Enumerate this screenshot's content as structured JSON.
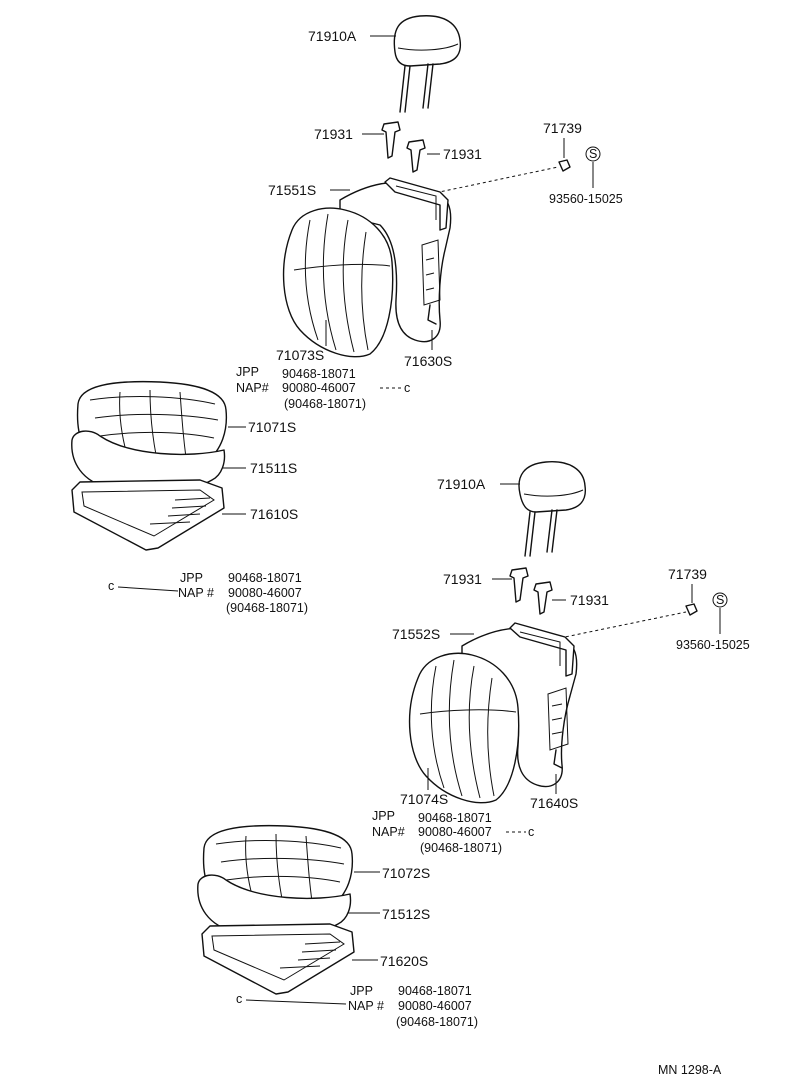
{
  "upper": {
    "headrest": "71910A",
    "guide_left": "71931",
    "guide_right": "71931",
    "clip": "71739",
    "clip_symbol": "S",
    "clip_part": "93560-15025",
    "back_frame_pad": "71551S",
    "back_cover": "71073S",
    "back_spring": "71630S",
    "hogring_1": {
      "jpp_label": "JPP",
      "jpp_part": "90468-18071",
      "nap_label": "NAP#",
      "nap_part": "90080-46007",
      "alt_part": "(90468-18071)"
    },
    "cushion_cover": "71071S",
    "cushion_pad": "71511S",
    "cushion_frame": "71610S",
    "hogring_2": {
      "jpp_label": "JPP",
      "jpp_part": "90468-18071",
      "nap_label": "NAP #",
      "nap_part": "90080-46007",
      "alt_part": "(90468-18071)"
    }
  },
  "lower": {
    "headrest": "71910A",
    "guide_left": "71931",
    "guide_right": "71931",
    "clip": "71739",
    "clip_symbol": "S",
    "clip_part": "93560-15025",
    "back_frame_pad": "71552S",
    "back_cover": "71074S",
    "back_spring": "71640S",
    "hogring_1": {
      "jpp_label": "JPP",
      "jpp_part": "90468-18071",
      "nap_label": "NAP#",
      "nap_part": "90080-46007",
      "alt_part": "(90468-18071)"
    },
    "cushion_cover": "71072S",
    "cushion_pad": "71512S",
    "cushion_frame": "71620S",
    "hogring_2": {
      "jpp_label": "JPP",
      "jpp_part": "90468-18071",
      "nap_label": "NAP #",
      "nap_part": "90080-46007",
      "alt_part": "(90468-18071)"
    }
  },
  "hogring_marker": "c",
  "drawing_id": "MN 1298-A"
}
